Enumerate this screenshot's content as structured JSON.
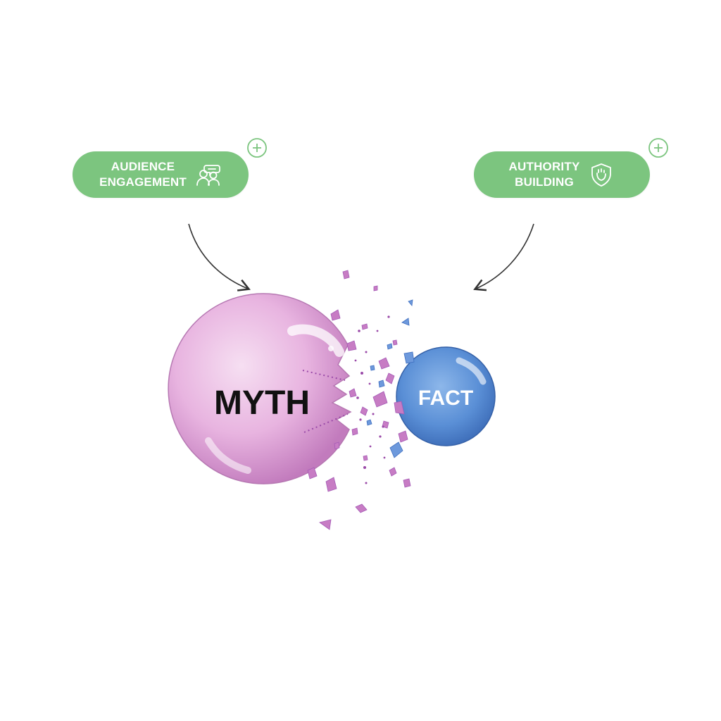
{
  "nodes": {
    "left_pill": {
      "line1": "AUDIENCE",
      "line2": "ENGAGEMENT",
      "icon": "people-chat-icon"
    },
    "right_pill": {
      "line1": "AUTHORITY",
      "line2": "BUILDING",
      "icon": "shield-icon"
    },
    "myth": {
      "label": "MYTH"
    },
    "fact": {
      "label": "FACT"
    }
  },
  "colors": {
    "pill_green": "#7cc57f",
    "myth_pink": "#e3a6db",
    "fact_blue": "#5b8fd4",
    "fragment_purple": "#a55bb6",
    "fragment_blue": "#4d7fd0",
    "arrow": "#333333"
  }
}
